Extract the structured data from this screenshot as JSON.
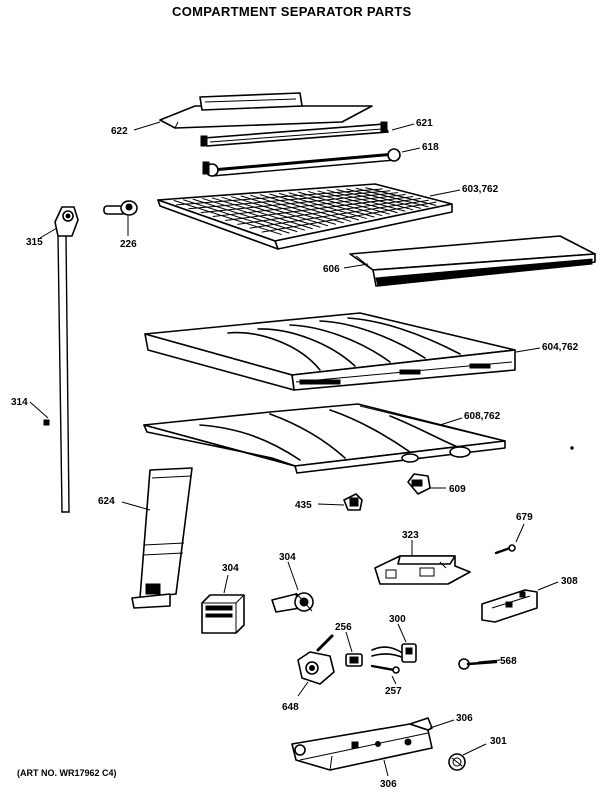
{
  "title": "COMPARTMENT SEPARATOR PARTS",
  "art_number": "(ART NO. WR17962 C4)",
  "parts": [
    {
      "id": "p622",
      "label": "622"
    },
    {
      "id": "p621",
      "label": "621"
    },
    {
      "id": "p618",
      "label": "618"
    },
    {
      "id": "p603",
      "label": "603,762"
    },
    {
      "id": "p315",
      "label": "315"
    },
    {
      "id": "p226",
      "label": "226"
    },
    {
      "id": "p606",
      "label": "606"
    },
    {
      "id": "p604",
      "label": "604,762"
    },
    {
      "id": "p314",
      "label": "314"
    },
    {
      "id": "p608",
      "label": "608,762"
    },
    {
      "id": "p609",
      "label": "609"
    },
    {
      "id": "p624",
      "label": "624"
    },
    {
      "id": "p435",
      "label": "435"
    },
    {
      "id": "p679",
      "label": "679"
    },
    {
      "id": "p323",
      "label": "323"
    },
    {
      "id": "p304a",
      "label": "304"
    },
    {
      "id": "p304b",
      "label": "304"
    },
    {
      "id": "p308",
      "label": "308"
    },
    {
      "id": "p256",
      "label": "256"
    },
    {
      "id": "p300",
      "label": "300"
    },
    {
      "id": "p568",
      "label": "568"
    },
    {
      "id": "p257",
      "label": "257"
    },
    {
      "id": "p648",
      "label": "648"
    },
    {
      "id": "p306a",
      "label": "306"
    },
    {
      "id": "p301",
      "label": "301"
    },
    {
      "id": "p306b",
      "label": "306"
    }
  ]
}
